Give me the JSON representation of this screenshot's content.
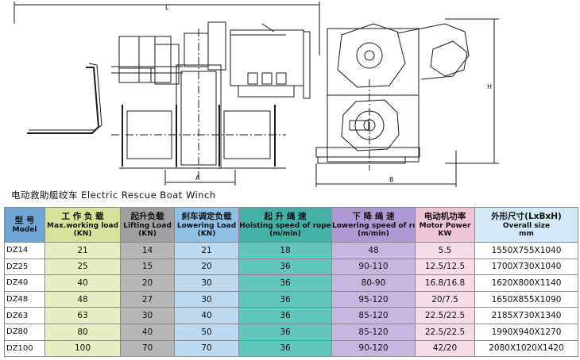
{
  "drawing": {
    "dim_L": "L",
    "dim_A": "A",
    "dim_B": "B",
    "dim_H": "H"
  },
  "caption": "电动救助艇绞车 Electric Rescue Boat Winch",
  "table": {
    "headers": [
      {
        "l1": "型 号",
        "l2": "Model",
        "l3": ""
      },
      {
        "l1": "工 作 负 载",
        "l2": "Max.working load",
        "l3": "(KN)"
      },
      {
        "l1": "起升负载",
        "l2": "Lifting Load",
        "l3": "(KN)"
      },
      {
        "l1": "刹车调定负载",
        "l2": "Lowering Load",
        "l3": "(KN)"
      },
      {
        "l1": "起 升 绳 速",
        "l2": "Hoisting speed of rope",
        "l3": "(m/min)"
      },
      {
        "l1": "下 降 绳 速",
        "l2": "Lowering speed of rope",
        "l3": "(m/min)"
      },
      {
        "l1": "电动机功率",
        "l2": "Motor Power",
        "l3": "KW"
      },
      {
        "l1": "外形尺寸(LxBxH)",
        "l2": "Overall size",
        "l3": "mm"
      }
    ],
    "rows": [
      [
        "DZ14",
        "21",
        "14",
        "21",
        "18",
        "48",
        "5.5",
        "1550X755X1040"
      ],
      [
        "DZ25",
        "25",
        "15",
        "20",
        "36",
        "90-110",
        "12.5/12.5",
        "1700X730X1040"
      ],
      [
        "DZ40",
        "40",
        "20",
        "30",
        "36",
        "80-90",
        "16.8/16.8",
        "1620X800X1140"
      ],
      [
        "DZ48",
        "48",
        "27",
        "30",
        "36",
        "95-120",
        "20/7.5",
        "1650X855X1090"
      ],
      [
        "DZ63",
        "63",
        "30",
        "40",
        "36",
        "85-120",
        "22.5/22.5",
        "2185X730X1340"
      ],
      [
        "DZ80",
        "80",
        "40",
        "50",
        "36",
        "85-120",
        "22.5/22.5",
        "1990X940X1270"
      ],
      [
        "DZ100",
        "100",
        "70",
        "70",
        "36",
        "90-120",
        "42/20",
        "2080X1020X1420"
      ]
    ]
  }
}
